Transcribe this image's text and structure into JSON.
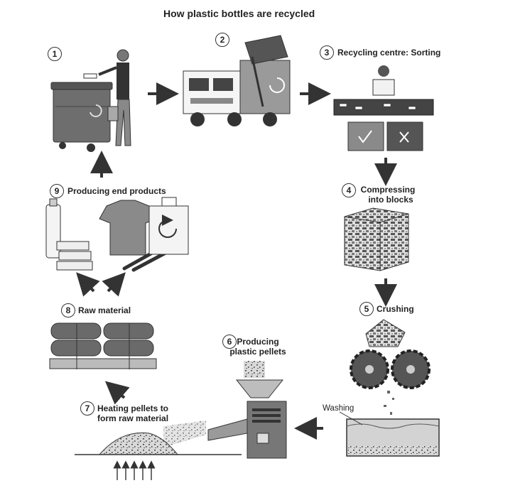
{
  "title": "How plastic bottles are recycled",
  "steps": [
    {
      "number": "1",
      "label": ""
    },
    {
      "number": "2",
      "label": ""
    },
    {
      "number": "3",
      "label": "Recycling centre: Sorting"
    },
    {
      "number": "4",
      "label_line1": "Compressing",
      "label_line2": "into blocks"
    },
    {
      "number": "5",
      "label": "Crushing"
    },
    {
      "number": "6",
      "label_line1": "Producing",
      "label_line2": "plastic pellets"
    },
    {
      "number": "7",
      "label_line1": "Heating pellets to",
      "label_line2": "form raw material"
    },
    {
      "number": "8",
      "label": "Raw material"
    },
    {
      "number": "9",
      "label": "Producing end products"
    }
  ],
  "annotations": {
    "washing": "Washing",
    "sort_accept_icon": "check-mark-icon",
    "sort_reject_icon": "cross-mark-icon",
    "recycle_icon": "recycle-icon"
  },
  "colors": {
    "ink": "#222222",
    "mid_grey": "#8c8c8c",
    "dark_grey": "#4a4a4a",
    "light_grey": "#cfcfcf"
  }
}
